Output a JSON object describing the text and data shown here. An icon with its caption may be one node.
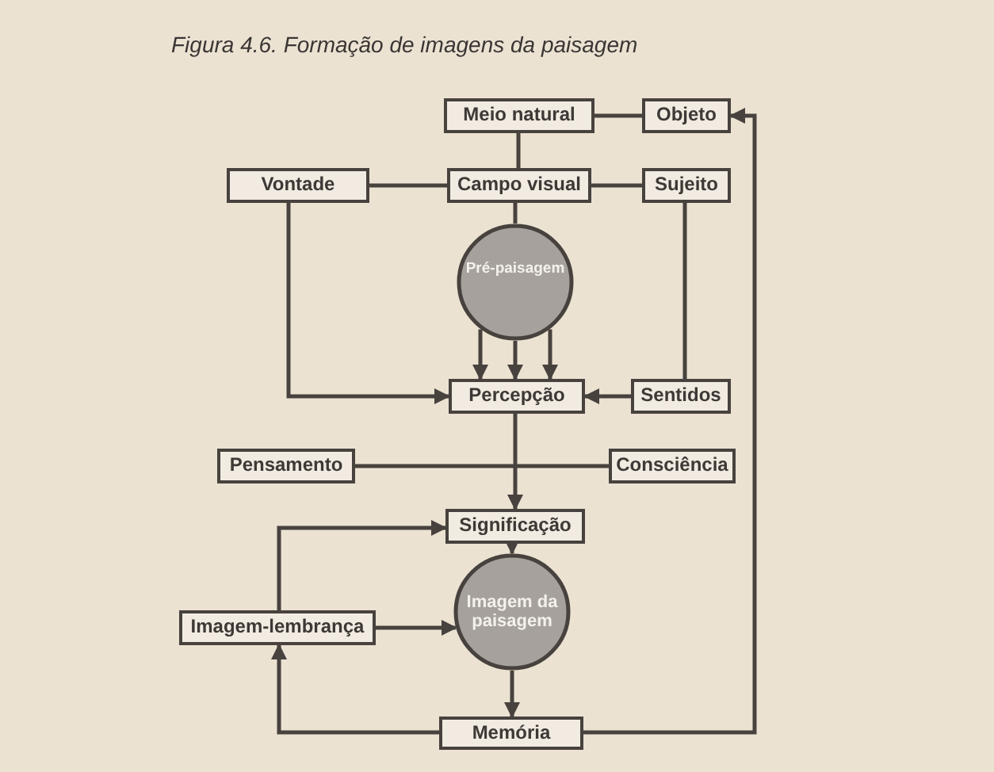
{
  "diagram": {
    "title": "Figura 4.6. Formação de imagens da paisagem",
    "nodes": [
      {
        "text": [
          "Meio natural"
        ]
      },
      {
        "text": [
          "Objeto"
        ]
      },
      {
        "text": [
          "Vontade"
        ]
      },
      {
        "text": [
          "Campo visual"
        ]
      },
      {
        "text": [
          "Sujeito"
        ]
      },
      {
        "text": [
          "Pré-paisagem"
        ]
      },
      {
        "text": [
          "Percepção"
        ]
      },
      {
        "text": [
          "Sentidos"
        ]
      },
      {
        "text": [
          "Pensamento"
        ]
      },
      {
        "text": [
          "Consciência"
        ]
      },
      {
        "text": [
          "Significação"
        ]
      },
      {
        "text": [
          "Imagem-lembrança"
        ]
      },
      {
        "text": [
          "Imagem da paisagem"
        ]
      },
      {
        "text": [
          "Memória"
        ]
      }
    ],
    "edges": [
      {
        "from": 0,
        "to": 1,
        "arrow": "none"
      },
      {
        "from": 0,
        "to": 3,
        "arrow": "none"
      },
      {
        "from": 2,
        "to": 3,
        "arrow": "none"
      },
      {
        "from": 3,
        "to": 4,
        "arrow": "none"
      },
      {
        "from": 3,
        "to": 5,
        "arrow": "none"
      },
      {
        "from": 5,
        "to": 6,
        "arrow": "to"
      },
      {
        "from": 5,
        "to": 6,
        "arrow": "to"
      },
      {
        "from": 5,
        "to": 6,
        "arrow": "to"
      },
      {
        "from": 2,
        "to": 6,
        "arrow": "to"
      },
      {
        "from": 4,
        "to": 7,
        "arrow": "none"
      },
      {
        "from": 7,
        "to": 6,
        "arrow": "to"
      },
      {
        "from": 6,
        "to": 10,
        "arrow": "to"
      },
      {
        "from": 8,
        "to": 9,
        "arrow": "none"
      },
      {
        "from": 10,
        "to": 12,
        "arrow": "to"
      },
      {
        "from": 11,
        "to": 10,
        "arrow": "to"
      },
      {
        "from": 11,
        "to": 12,
        "arrow": "to"
      },
      {
        "from": 12,
        "to": 13,
        "arrow": "to"
      },
      {
        "from": 13,
        "to": 11,
        "arrow": "to"
      },
      {
        "from": 13,
        "to": 1,
        "arrow": "to"
      }
    ]
  }
}
